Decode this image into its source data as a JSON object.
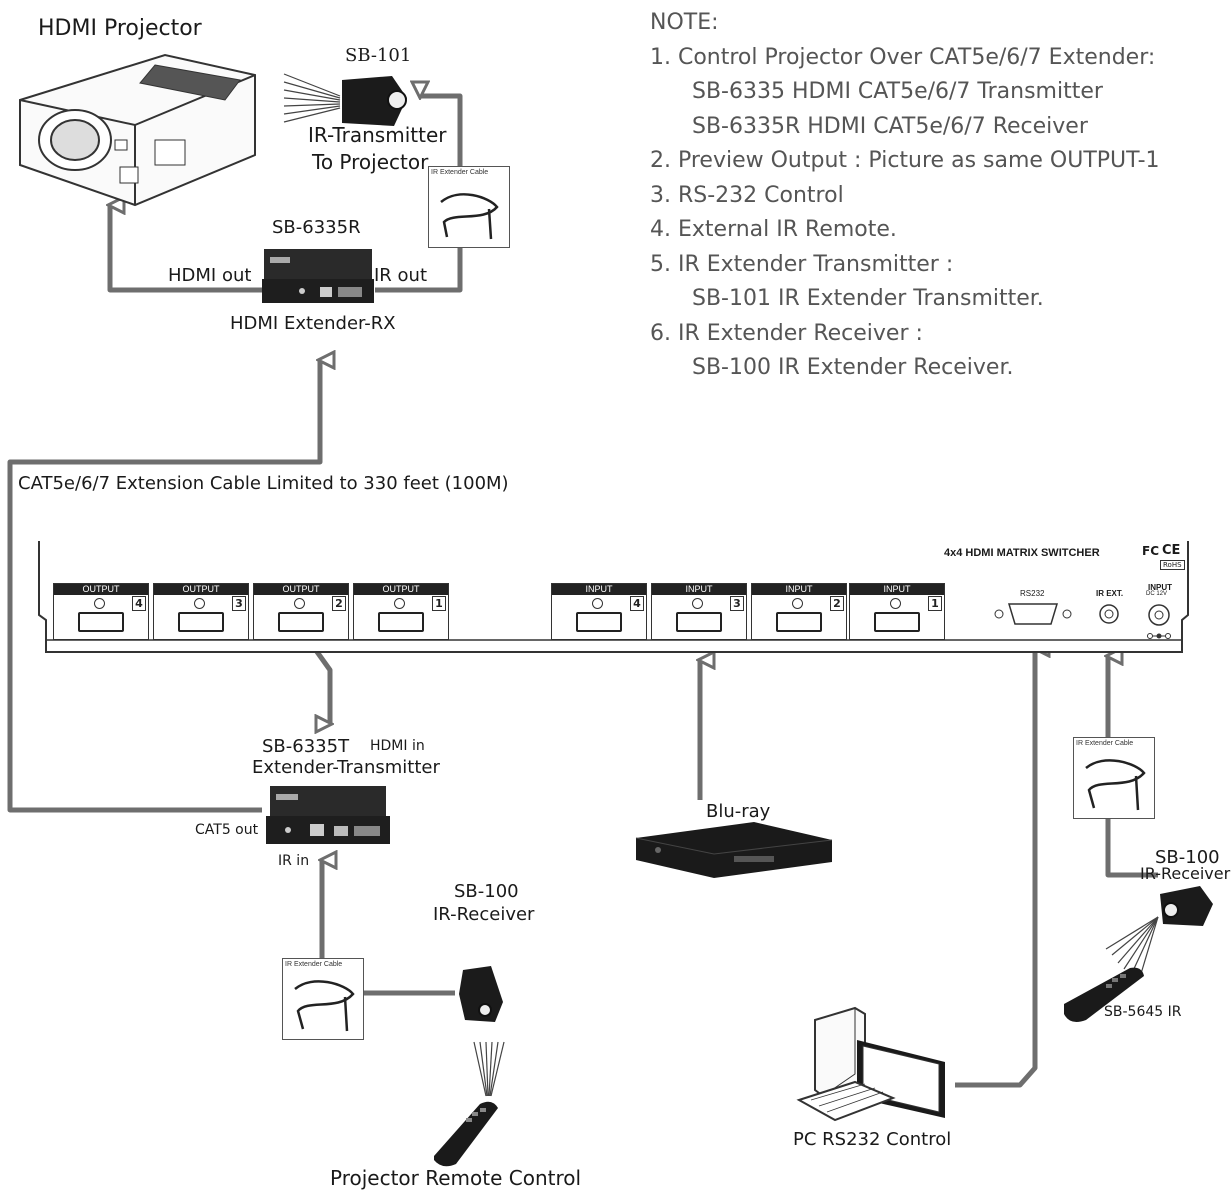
{
  "labels": {
    "hdmi_projector": "HDMI Projector",
    "sb101": "SB-101",
    "ir_transmitter": "IR-Transmitter",
    "to_projector": "To Projector",
    "sb6335r": "SB-6335R",
    "hdmi_out": "HDMI out",
    "ir_out": "IR out",
    "hdmi_extender_rx": "HDMI Extender-RX",
    "cat_cable": "CAT5e/6/7 Extension Cable Limited to 330 feet (100M)",
    "sb6335t": "SB-6335T",
    "hdmi_in": "HDMI in",
    "extender_transmitter": "Extender-Transmitter",
    "cat5_out": "CAT5 out",
    "ir_in": "IR in",
    "bluray": "Blu-ray",
    "sb100_right": "SB-100",
    "ir_receiver_right": "IR-Receiver",
    "sb5645_ir": "SB-5645 IR",
    "sb100_left": "SB-100",
    "ir_receiver_left": "IR-Receiver",
    "pc_rs232": "PC RS232 Control",
    "projector_remote": "Projector Remote Control",
    "ir_extender_cable": "IR Extender Cable"
  },
  "note": {
    "title": "NOTE:",
    "items": [
      "1.  Control Projector Over CAT5e/6/7 Extender:",
      "SB-6335 HDMI CAT5e/6/7 Transmitter",
      "SB-6335R HDMI CAT5e/6/7 Receiver",
      "2.  Preview Output : Picture as same OUTPUT-1",
      "3.  RS-232 Control",
      "4.  External IR Remote.",
      "5.  IR Extender Transmitter :",
      "SB-101 IR Extender Transmitter.",
      "6.  IR Extender Receiver :",
      "SB-100 IR Extender Receiver."
    ]
  },
  "switcher": {
    "title": "4x4 HDMI MATRIX SWITCHER",
    "outputs": [
      {
        "label": "OUTPUT",
        "num": "4"
      },
      {
        "label": "OUTPUT",
        "num": "3"
      },
      {
        "label": "OUTPUT",
        "num": "2"
      },
      {
        "label": "OUTPUT",
        "num": "1"
      }
    ],
    "inputs": [
      {
        "label": "INPUT",
        "num": "4"
      },
      {
        "label": "INPUT",
        "num": "3"
      },
      {
        "label": "INPUT",
        "num": "2"
      },
      {
        "label": "INPUT",
        "num": "1"
      }
    ],
    "rs232": "RS232",
    "ir_ext": "IR EXT.",
    "power_input": "INPUT",
    "power_spec": "DC 12V",
    "rohs": "RoHS",
    "fc": "FC",
    "ce": "CE"
  },
  "colors": {
    "wire": "#6e6e6e",
    "device": "#2b2b2b",
    "panel_line": "#333333"
  }
}
